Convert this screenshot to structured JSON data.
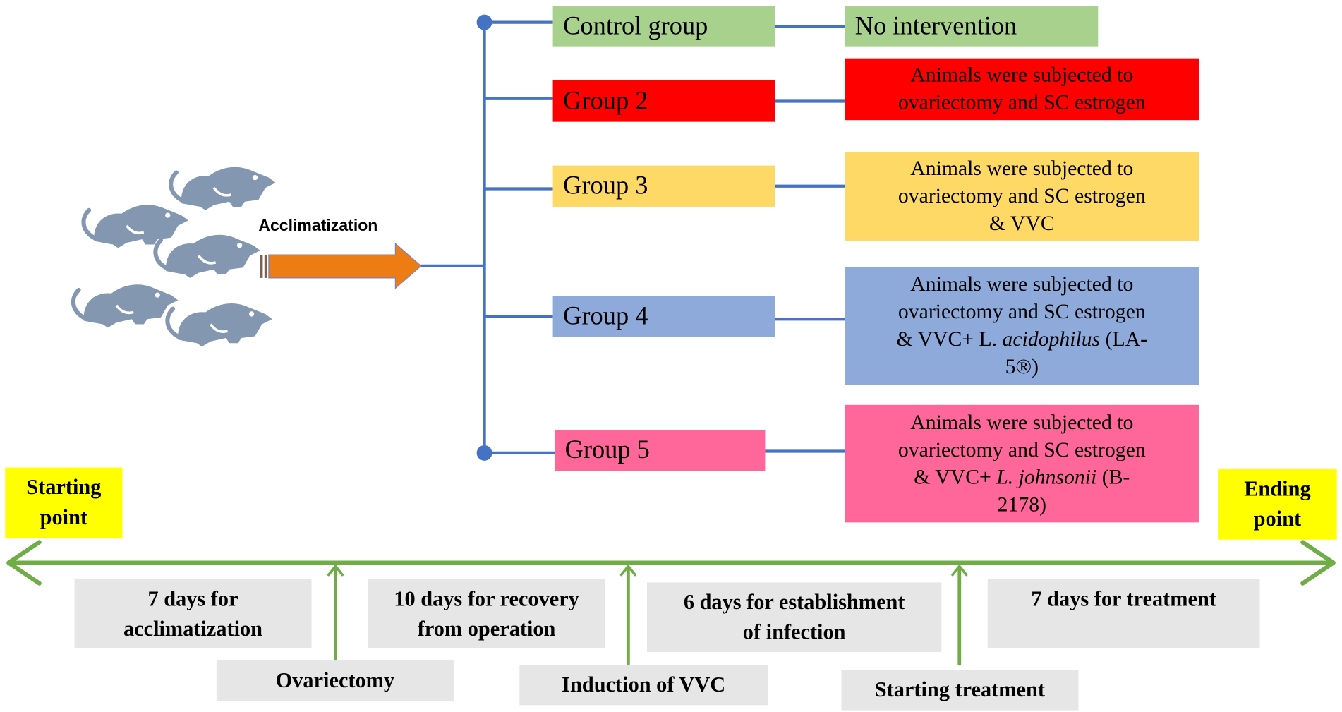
{
  "flow": {
    "acclimatization_label": "Acclimatization"
  },
  "groups": [
    {
      "label": "Control group",
      "color": "#a9d18e",
      "desc": [
        "No intervention"
      ],
      "desc_color": "#a9d18e"
    },
    {
      "label": "Group 2",
      "color": "#ff0000",
      "desc": [
        "Animals were subjected to",
        "ovariectomy and SC estrogen"
      ],
      "desc_color": "#ff0000"
    },
    {
      "label": "Group 3",
      "color": "#ffd966",
      "desc": [
        "Animals were subjected to",
        "ovariectomy and SC estrogen",
        "& VVC"
      ],
      "desc_color": "#ffd966"
    },
    {
      "label": "Group 4",
      "color": "#8eaadb",
      "desc_color": "#8eaadb",
      "desc_parts": {
        "l1": "Animals were subjected to",
        "l2": "ovariectomy and SC estrogen",
        "l3a": "& VVC+ L. ",
        "l3b": "acidophilus",
        "l3c": " (LA-",
        "l4": "5®)"
      }
    },
    {
      "label": "Group 5",
      "color": "#ff6699",
      "desc_color": "#ff6699",
      "desc_parts": {
        "l1": "Animals were subjected to",
        "l2": "ovariectomy and SC estrogen",
        "l3a": "& VVC+ ",
        "l3b": "L. johnsonii",
        "l3c": " (B-",
        "l4": "2178)"
      }
    }
  ],
  "timeline": {
    "start": [
      "Starting",
      "point"
    ],
    "end": [
      "Ending",
      "point"
    ],
    "periods": [
      [
        "7 days for",
        "acclimatization"
      ],
      [
        "10 days for recovery",
        "from operation"
      ],
      [
        "6 days for establishment",
        "of infection"
      ],
      [
        "7 days for treatment"
      ]
    ],
    "events": [
      "Ovariectomy",
      "Induction of VVC",
      "Starting treatment"
    ]
  },
  "colors": {
    "branch_line": "#4472c4",
    "arrow": "#ed7d12",
    "timeline": "#70ad47",
    "rat": "#8497b0",
    "start_end_bg": "#ffff00",
    "label_bg": "#e6e6e6"
  },
  "icons": [
    "rat-icon",
    "right-arrow-icon"
  ]
}
